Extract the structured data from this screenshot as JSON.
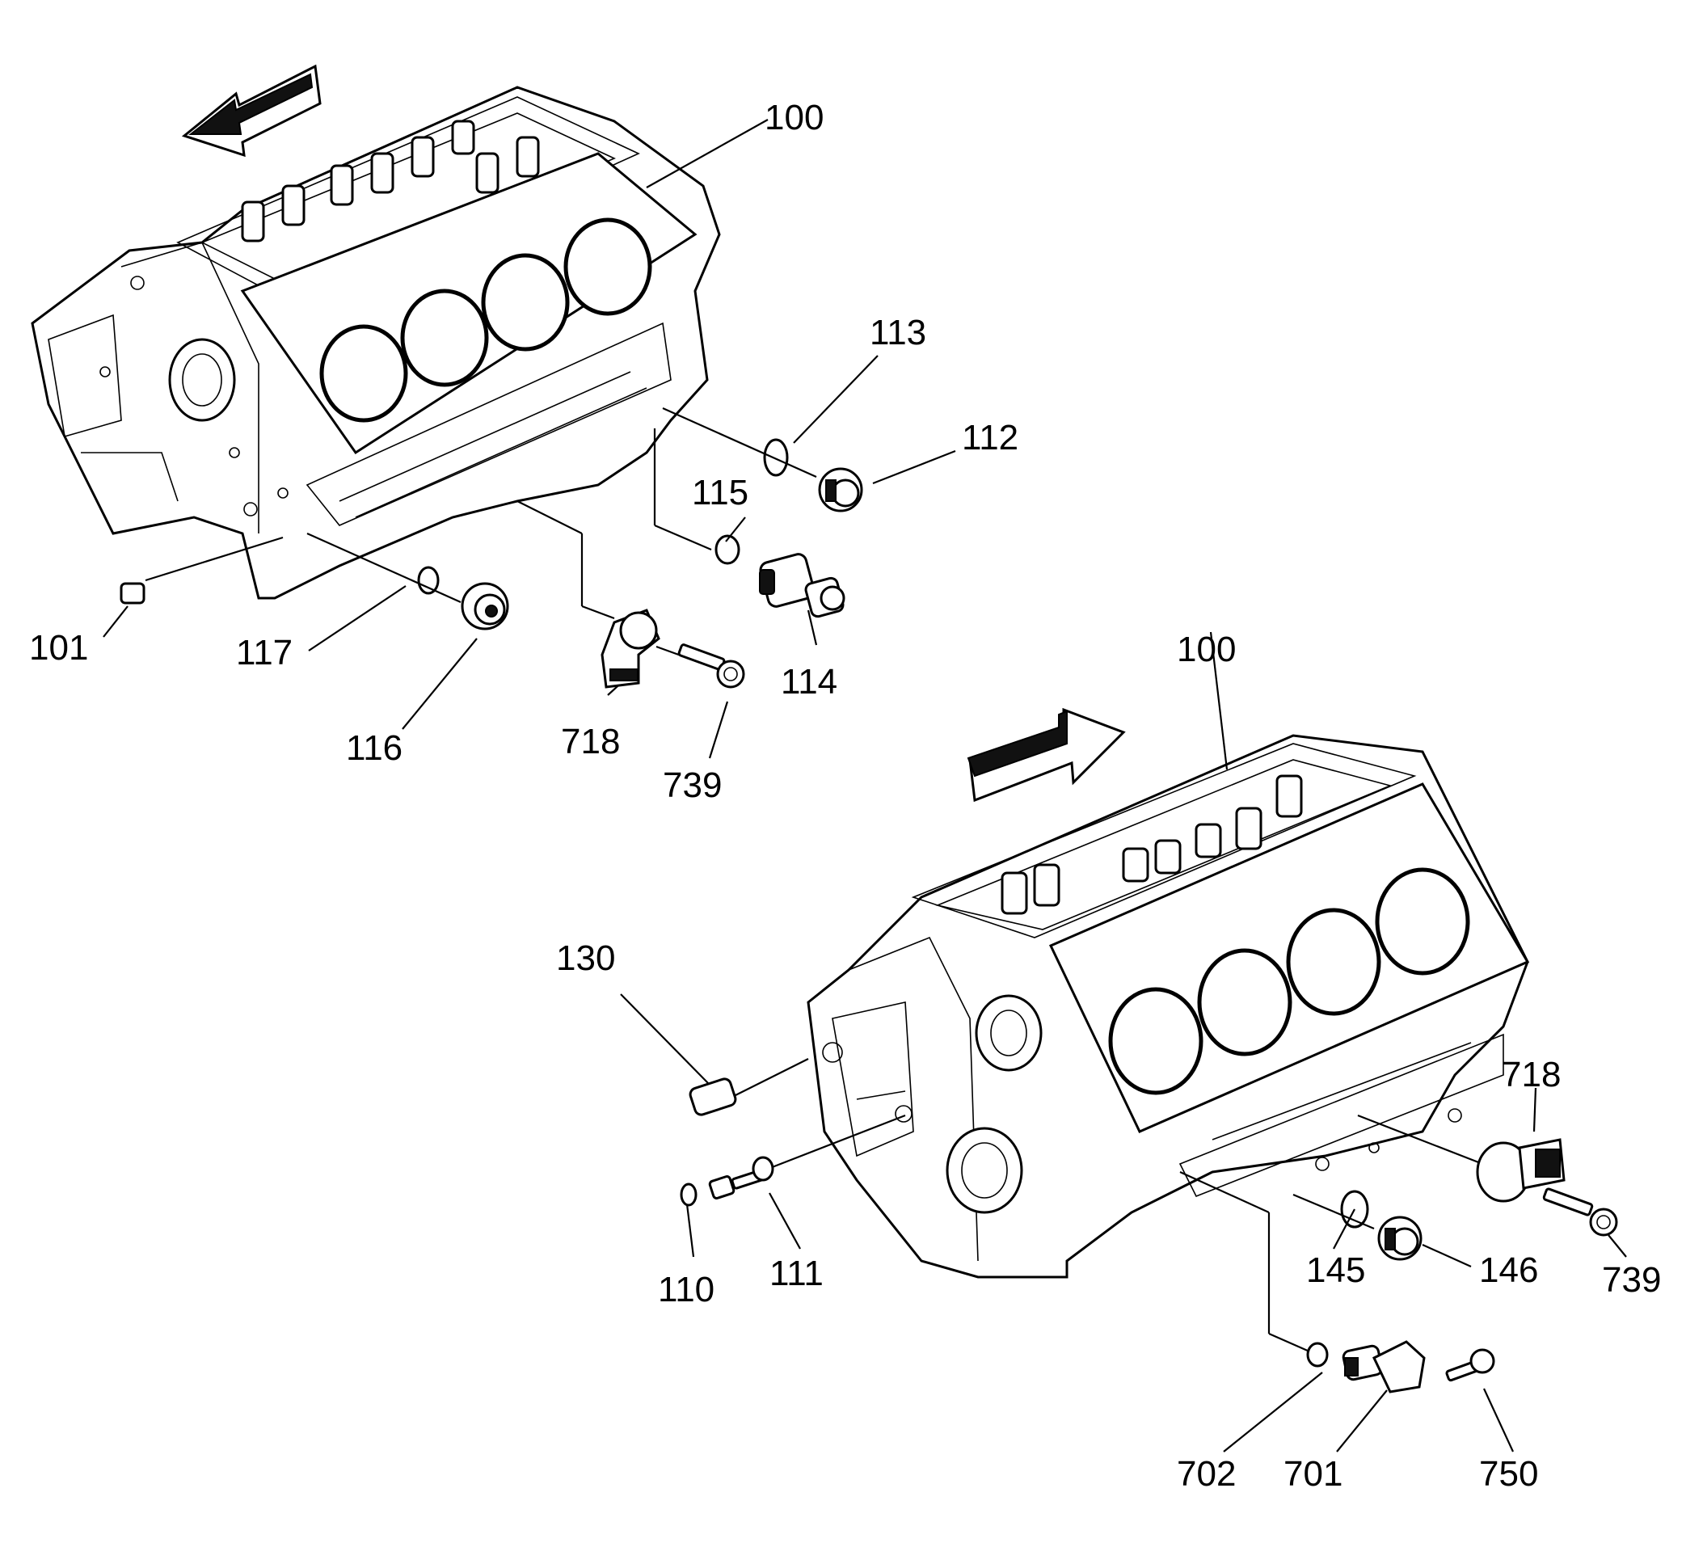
{
  "diagram": {
    "top_view": {
      "callouts": {
        "block": "100",
        "plug_101": "101",
        "oring_113": "113",
        "plug_112": "112",
        "oring_115": "115",
        "sensor_114": "114",
        "oring_117": "117",
        "plug_116": "116",
        "knock_sensor": "718",
        "bolt": "739"
      }
    },
    "bottom_view": {
      "callouts": {
        "block": "100",
        "plug_130": "130",
        "ring_110": "110",
        "bolt_111": "111",
        "knock_sensor": "718",
        "bolt_739": "739",
        "oring_145": "145",
        "plug_146": "146",
        "oring_702": "702",
        "sensor_701": "701",
        "bolt_750": "750"
      }
    }
  }
}
